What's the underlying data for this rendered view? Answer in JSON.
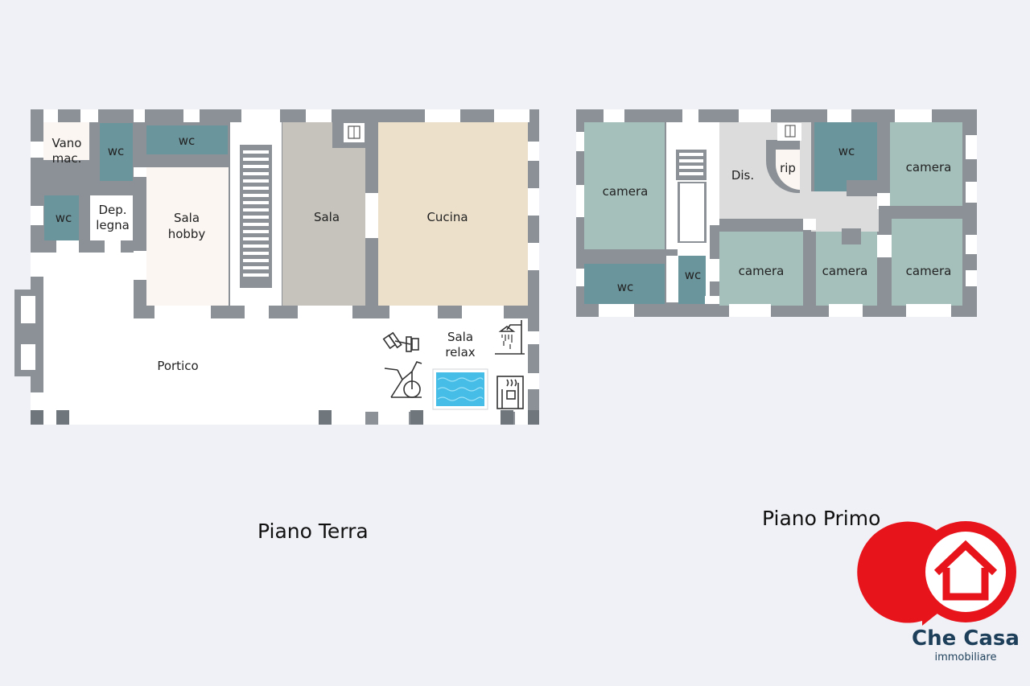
{
  "floors": {
    "ground": {
      "caption": "Piano Terra",
      "rooms": {
        "vano": [
          "Vano",
          "mac."
        ],
        "wc_top": "wc",
        "wc_mid": "wc",
        "wc_left": "wc",
        "dep": [
          "Dep.",
          "legna"
        ],
        "hobby": [
          "Sala",
          "hobby"
        ],
        "sala": "Sala",
        "cucina": "Cucina",
        "relax": [
          "Sala",
          "relax"
        ],
        "portico": "Portico"
      }
    },
    "first": {
      "caption": "Piano Primo",
      "rooms": {
        "camera_left": "camera",
        "wc_left": "wc",
        "wc_small": "wc",
        "dis": "Dis.",
        "rip": "rip",
        "wc_top": "wc",
        "camera_top_right": "camera",
        "camera_mid": "camera",
        "camera_center": "camera",
        "camera_right": "camera"
      }
    }
  },
  "colors": {
    "wall": "#8b9197",
    "wc": "#6b959c",
    "camera": "#a5c0bb",
    "sala": "#c5c3bb",
    "cucina": "#ece0cb",
    "hobby": "#fbf6f2",
    "vano": "#fbf6f2",
    "corridor": "#dcdcdd",
    "pool": "#45bde6",
    "brand_red": "#e8141c",
    "brand_navy": "#1d3f5a"
  },
  "icons": [
    "dumbbell-icon",
    "shower-icon",
    "exercise-bike-icon",
    "pool-icon",
    "sauna-icon",
    "elevator-icon",
    "house-icon"
  ],
  "brand": {
    "name": "Che Casa",
    "tagline": "immobiliare"
  }
}
